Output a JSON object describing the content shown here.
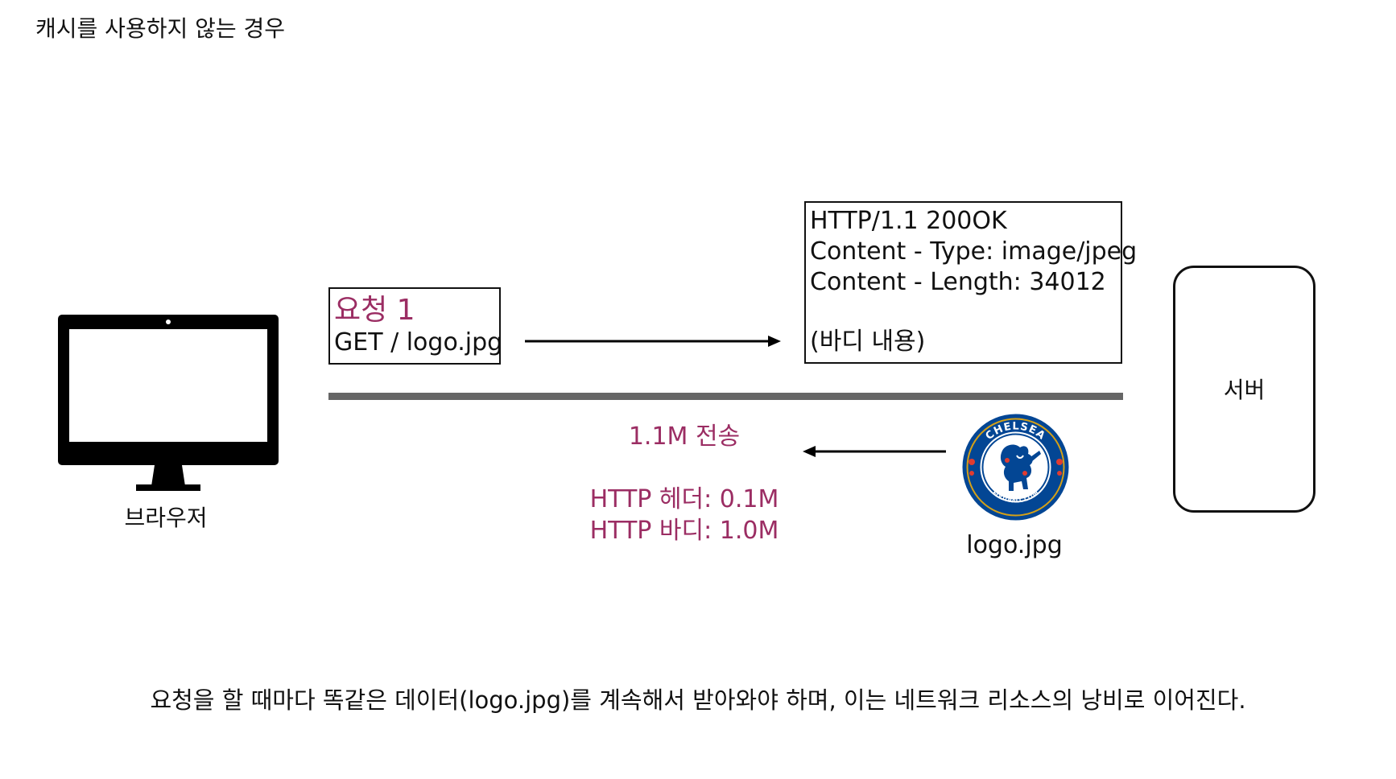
{
  "title": "캐시를 사용하지 않는 경우",
  "browser": {
    "label": "브라우저",
    "icon": "monitor-icon"
  },
  "request": {
    "title": "요청 1",
    "line": "GET / logo.jpg",
    "title_color": "#9b2d63"
  },
  "response": {
    "status_line": "HTTP/1.1 200OK",
    "content_type": "Content - Type: image/jpeg",
    "content_length": "Content - Length: 34012",
    "body": "(바디 내용)"
  },
  "server": {
    "label": "서버"
  },
  "transfer": {
    "total": "1.1M 전송",
    "header_size": "HTTP 헤더: 0.1M",
    "body_size": "HTTP 바디: 1.0M",
    "color": "#9b2d63"
  },
  "logo": {
    "file_label": "logo.jpg",
    "icon": "chelsea-crest-icon",
    "crest_text_top": "CHELSEA",
    "crest_text_bottom": "FOOTBALL CLUB",
    "primary_color": "#034694"
  },
  "footer": {
    "note": "요청을 할 때마다 똑같은 데이터(logo.jpg)를 계속해서 받아와야 하며, 이는 네트워크 리소스의 낭비로 이어진다."
  }
}
